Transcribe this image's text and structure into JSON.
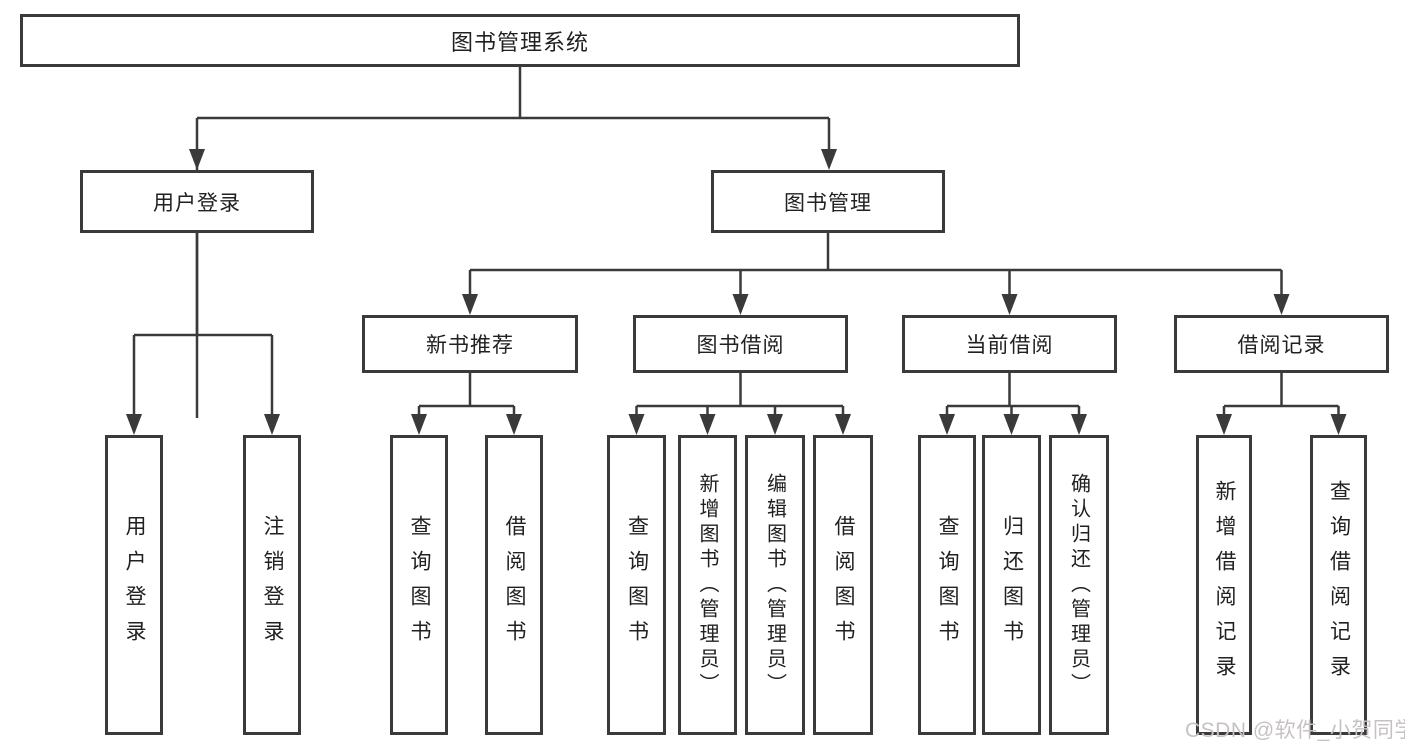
{
  "diagram": {
    "tree": {
      "label": "图书管理系统",
      "children": [
        {
          "label": "用户登录",
          "children": [
            {
              "label": "用户登录"
            },
            {
              "label": "注销登录"
            }
          ]
        },
        {
          "label": "图书管理",
          "children": [
            {
              "label": "新书推荐",
              "children": [
                {
                  "label": "查询图书"
                },
                {
                  "label": "借阅图书"
                }
              ]
            },
            {
              "label": "图书借阅",
              "children": [
                {
                  "label": "查询图书"
                },
                {
                  "label": "新增图书（管理员）"
                },
                {
                  "label": "编辑图书（管理员）"
                },
                {
                  "label": "借阅图书"
                }
              ]
            },
            {
              "label": "当前借阅",
              "children": [
                {
                  "label": "查询图书"
                },
                {
                  "label": "归还图书"
                },
                {
                  "label": "确认归还（管理员）"
                }
              ]
            },
            {
              "label": "借阅记录",
              "children": [
                {
                  "label": "新增借阅记录"
                },
                {
                  "label": "查询借阅记录"
                }
              ]
            }
          ]
        }
      ]
    },
    "line_color": "#3a3a3a",
    "box_background": "#ffffff"
  },
  "watermark": {
    "text": "CSDN @软件_小贺同学"
  }
}
